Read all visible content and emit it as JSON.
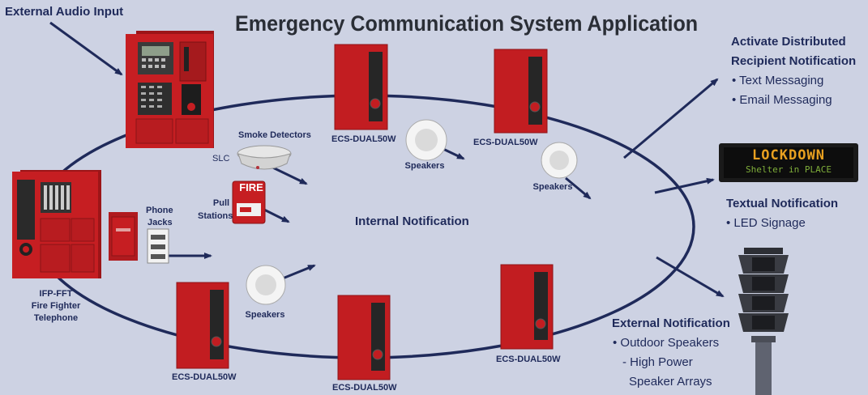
{
  "title": "Emergency Communication System Application",
  "labels": {
    "external_audio_input": "External Audio Input",
    "smoke_detectors": "Smoke Detectors",
    "slc": "SLC",
    "pull_stations_line1": "Pull",
    "pull_stations_line2": "Stations",
    "phone_jacks_line1": "Phone",
    "phone_jacks_line2": "Jacks",
    "internal_notification": "Internal Notification",
    "ifp_line1": "IFP-FFT",
    "ifp_line2": "Fire Fighter",
    "ifp_line3": "Telephone",
    "ecs_1": "ECS-DUAL50W",
    "ecs_2": "ECS-DUAL50W",
    "ecs_3": "ECS-DUAL50W",
    "ecs_4": "ECS-DUAL50W",
    "ecs_5": "ECS-DUAL50W",
    "speakers_1": "Speakers",
    "speakers_2": "Speakers",
    "speakers_3": "Speakers",
    "pull_station_sign": "FIRE"
  },
  "right": {
    "distributed_line1": "Activate Distributed",
    "distributed_line2": "Recipient Notification",
    "text_messaging": "• Text Messaging",
    "email_messaging": "• Email Messaging",
    "textual_title": "Textual Notification",
    "led_signage": "• LED Signage",
    "external_title": "External Notification",
    "outdoor_speakers": "• Outdoor Speakers",
    "high_power": "- High Power",
    "speaker_arrays": "Speaker Arrays"
  },
  "led_sign": {
    "line1": "LOCKDOWN",
    "line2": "Shelter in PLACE"
  },
  "colors": {
    "background": "#cdd2e3",
    "line": "#1f2a5a",
    "panel_red": "#c61e22",
    "led_amber": "#e8a020"
  }
}
